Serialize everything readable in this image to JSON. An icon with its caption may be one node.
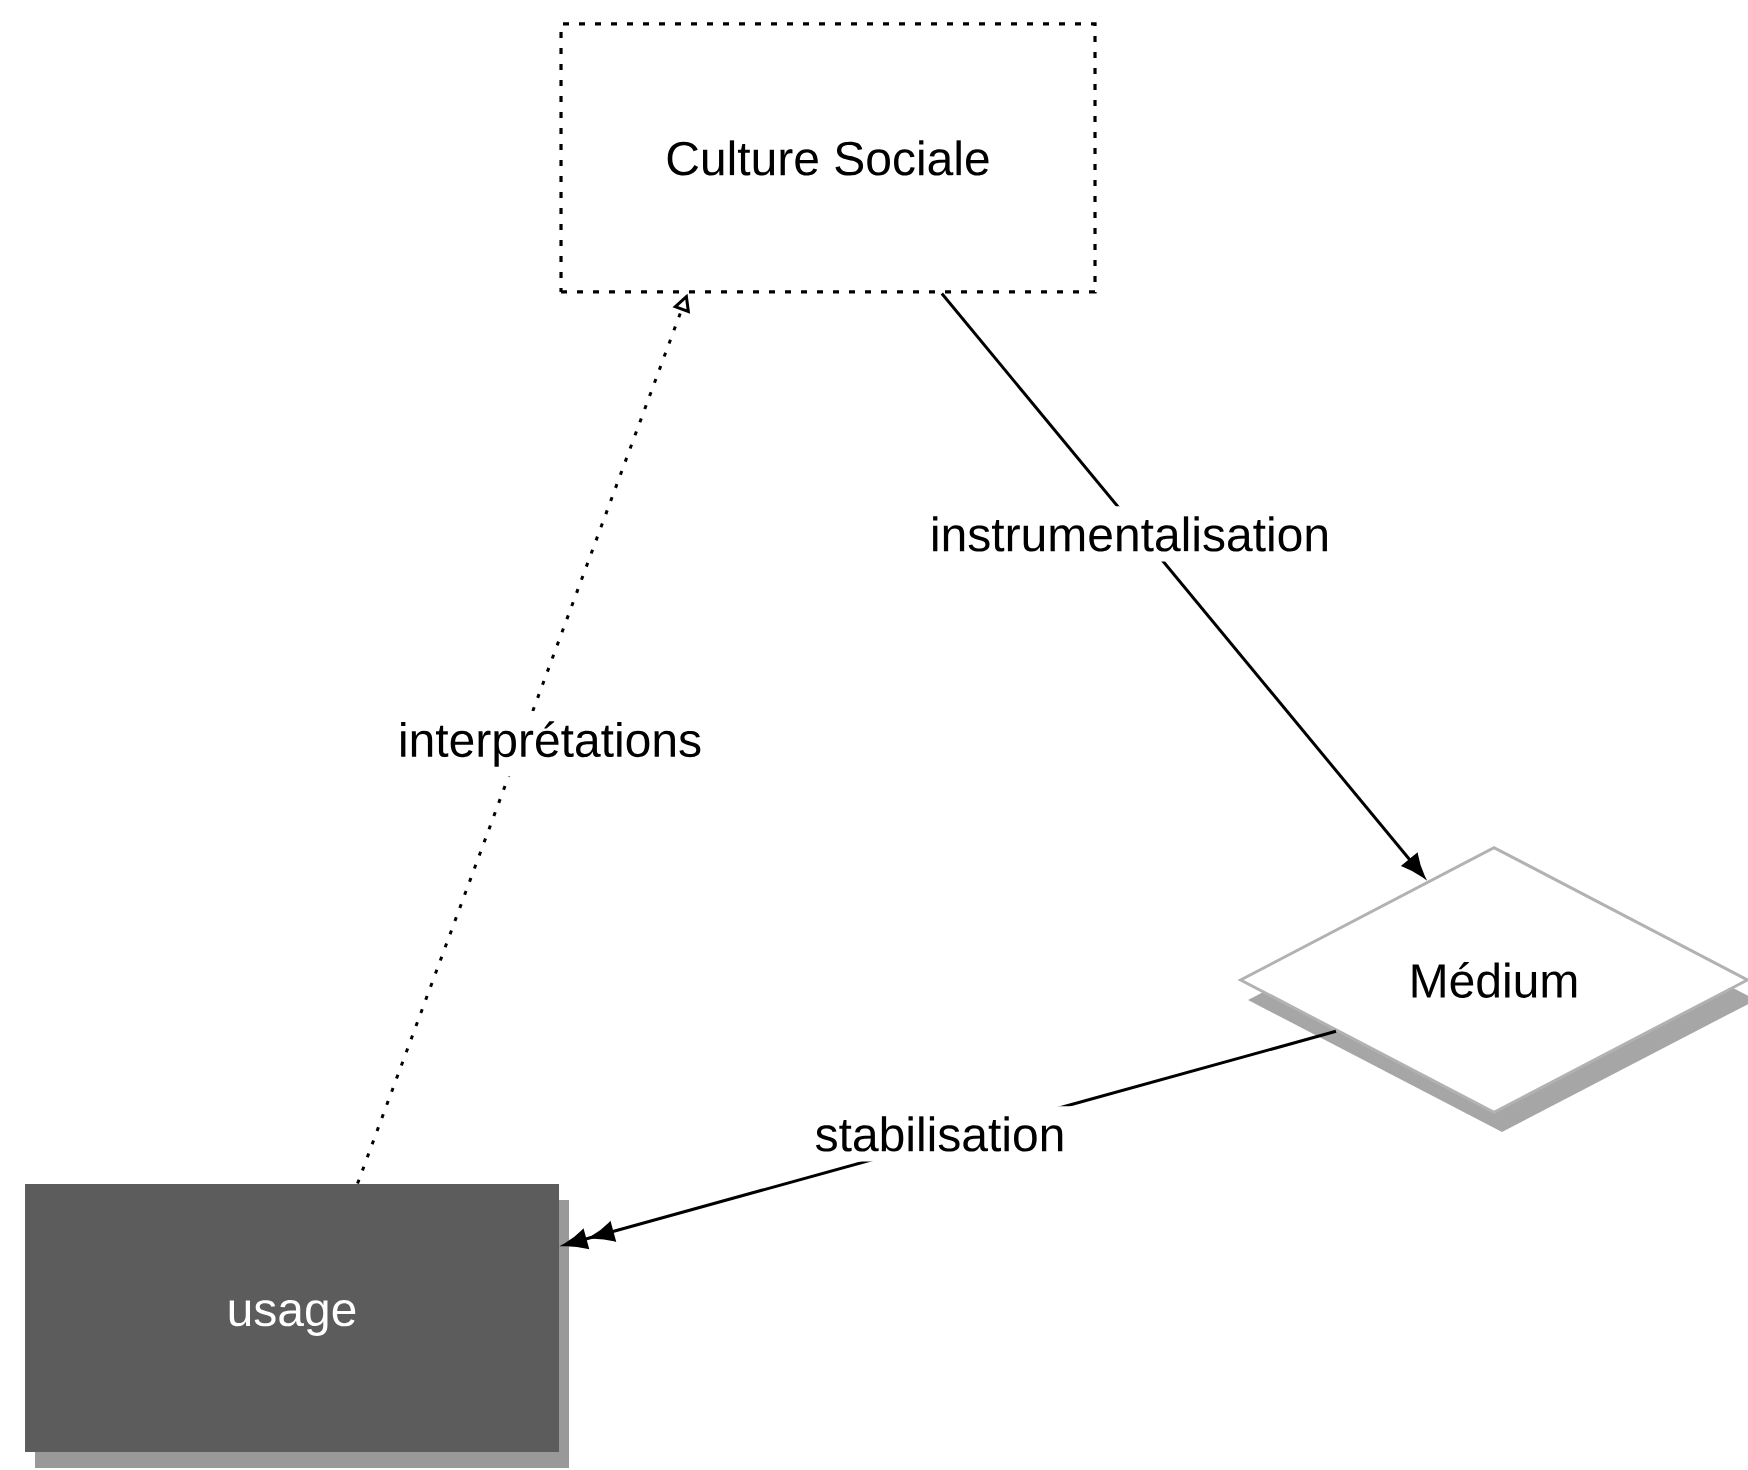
{
  "diagram": {
    "nodes": [
      {
        "text": [
          "Culture Sociale"
        ]
      },
      {
        "text": [
          "Médium"
        ]
      },
      {
        "text": [
          "usage"
        ]
      }
    ],
    "edges": [
      {
        "from": 2,
        "to": 0,
        "arrow": "to",
        "label": "interprétations",
        "style": "dashed"
      },
      {
        "from": 0,
        "to": 1,
        "arrow": "to",
        "label": "instrumentalisation"
      },
      {
        "from": 1,
        "to": 2,
        "arrow": "to",
        "label": "stabilisation"
      }
    ]
  }
}
